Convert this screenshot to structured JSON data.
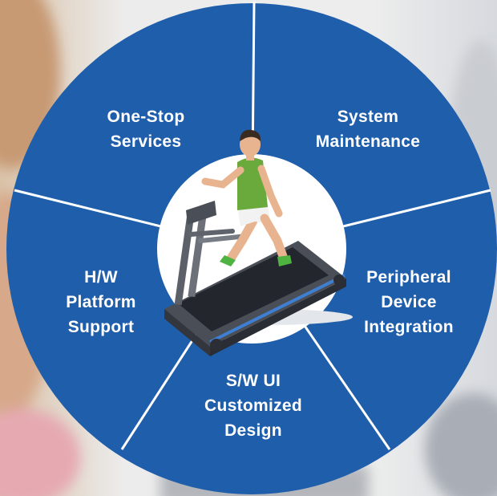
{
  "diagram": {
    "colors": {
      "wheel": "#1f5eab",
      "divider": "#ffffff",
      "hub": "#ffffff",
      "text": "#ffffff"
    },
    "segments": [
      {
        "lines": [
          "One-Stop",
          "Services"
        ]
      },
      {
        "lines": [
          "System",
          "Maintenance"
        ]
      },
      {
        "lines": [
          "Peripheral",
          "Device",
          "Integration"
        ]
      },
      {
        "lines": [
          "S/W UI",
          "Customized",
          "Design"
        ]
      },
      {
        "lines": [
          "H/W",
          "Platform",
          "Support"
        ]
      }
    ],
    "center_image": "treadmill-runner-illustration"
  }
}
